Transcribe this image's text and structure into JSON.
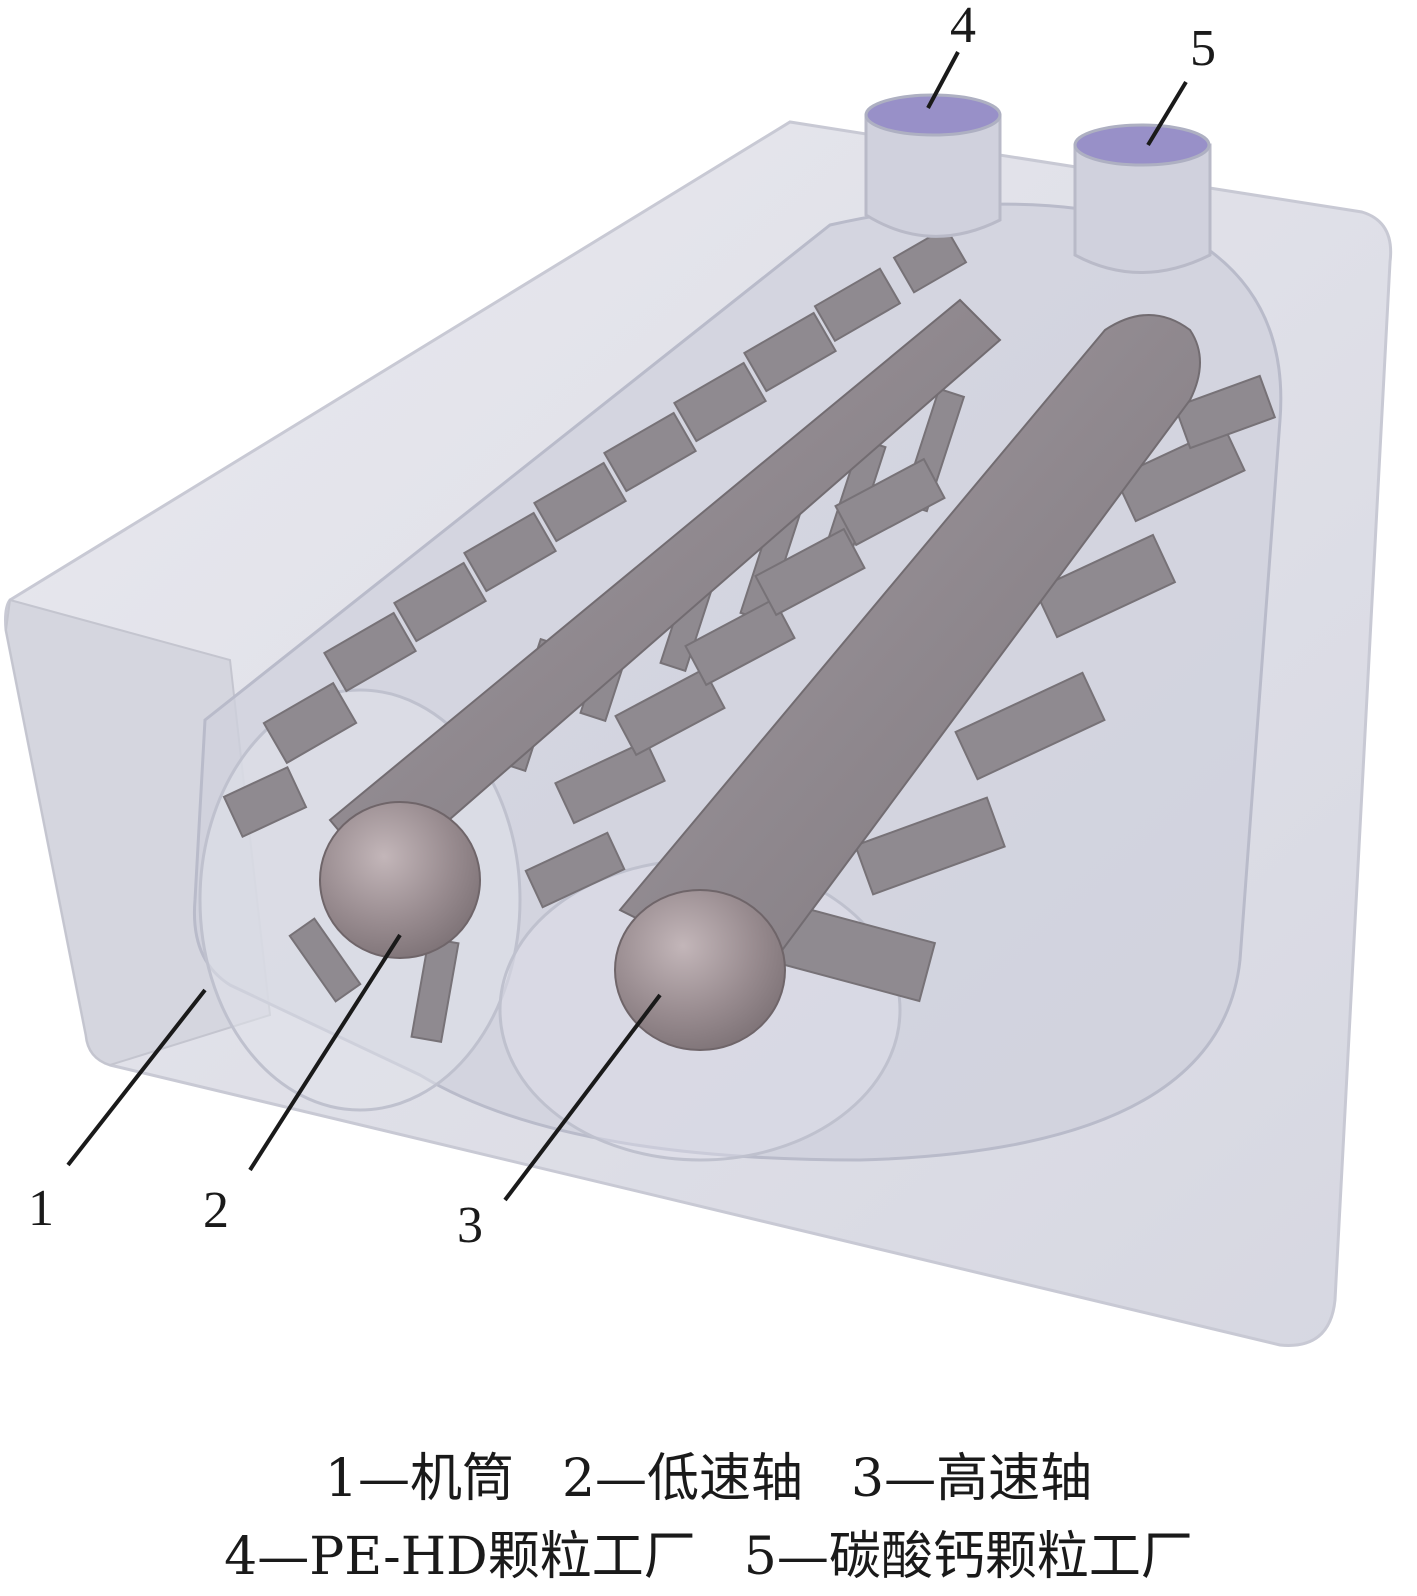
{
  "callouts": [
    "1",
    "2",
    "3",
    "4",
    "5"
  ],
  "legend": {
    "line1": [
      "1—机筒",
      "2—低速轴",
      "3—高速轴"
    ],
    "line2": [
      "4—PE-HD颗粒工厂",
      "5—碳酸钙颗粒工厂"
    ]
  },
  "colors": {
    "barrel": "#dcdde6",
    "shaft": "#948c92",
    "shaft_cap": "#a3979b",
    "paddle": "#8f8a90",
    "port_top": "#9890c8",
    "leader_line": "#1a1a1a"
  }
}
